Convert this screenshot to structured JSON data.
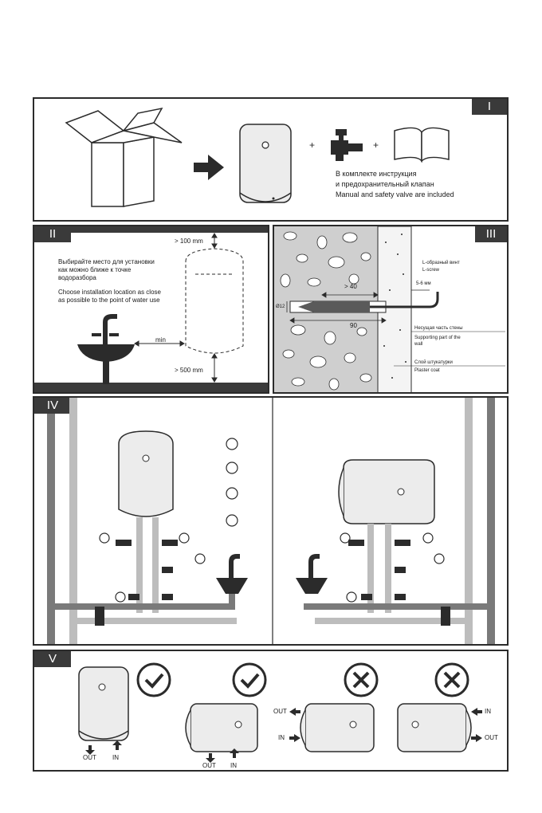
{
  "sections": {
    "s1": {
      "label": "I",
      "caption_ru_1": "В комплекте инструкция",
      "caption_ru_2": "и предохранительный клапан",
      "caption_en": "Manual and safety valve are included"
    },
    "s2": {
      "label": "II",
      "text_ru_1": "Выбирайте место для установки",
      "text_ru_2": "как можно ближе к точке",
      "text_ru_3": "водоразбора",
      "text_en_1": "Choose installation location as close",
      "text_en_2": "as possible to the point of water use",
      "top_clearance": "> 100 mm",
      "side_clearance": "min",
      "bottom_clearance": "> 500 mm"
    },
    "s3": {
      "label": "III",
      "depth": "> 40",
      "diameter": "Ø12",
      "length": "90",
      "gap": "5-6 мм",
      "screw_ru": "L-образный винт",
      "screw_en": "L-screw",
      "wall_ru": "Несущая часть стены",
      "wall_en_1": "Supporting part of the",
      "wall_en_2": "wall",
      "plaster_ru": "Слой штукатурки",
      "plaster_en": "Plaster coat"
    },
    "s4": {
      "label": "IV"
    },
    "s5": {
      "label": "V",
      "out": "OUT",
      "in": "IN"
    }
  },
  "colors": {
    "frame": "#2b2b2b",
    "tag": "#3a3a3a",
    "tank": "#ececec",
    "hot_pipe": "#7a7a7a",
    "cold_pipe": "#bdbdbd"
  }
}
